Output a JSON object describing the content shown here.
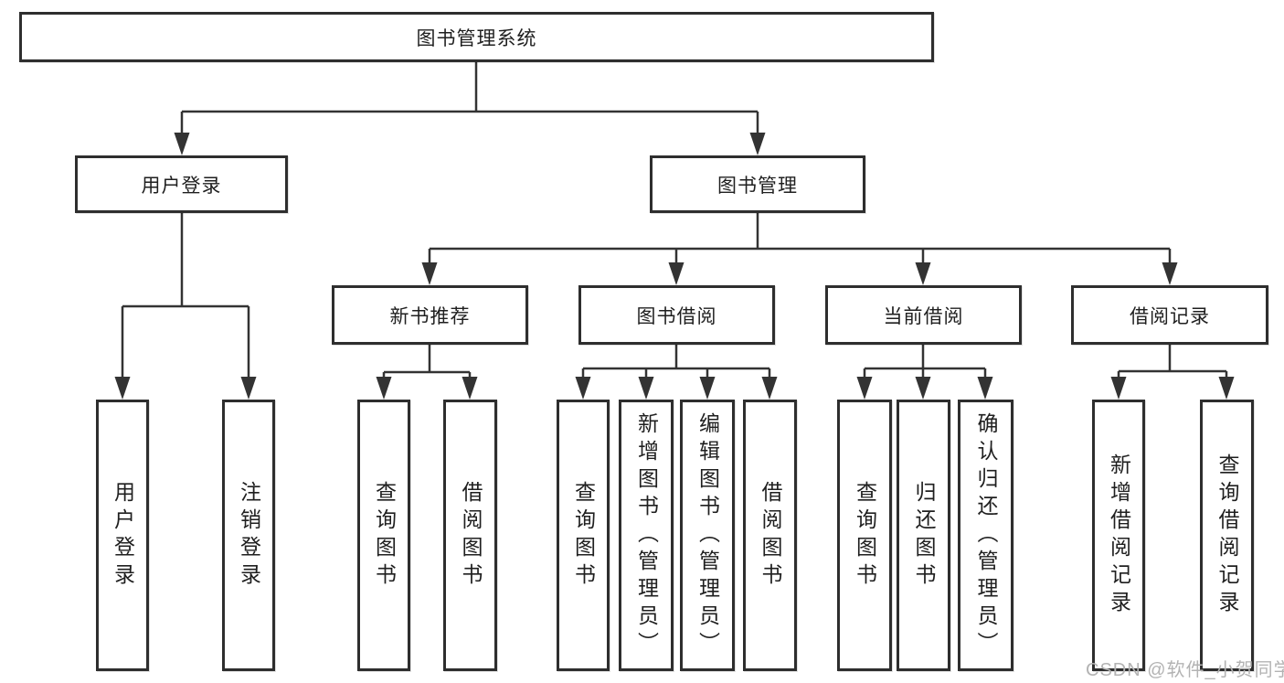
{
  "diagram": {
    "type": "hierarchy-tree",
    "colors": {
      "background": "#ffffff",
      "box_border": "#2e2e2e",
      "connector": "#333333",
      "text": "#1f1f1f",
      "watermark": "#b3b3b3"
    },
    "nodes": {
      "root": {
        "label": "图书管理系统"
      },
      "l1": [
        {
          "label": "用户登录"
        },
        {
          "label": "图书管理"
        }
      ],
      "l2": [
        {
          "label": "新书推荐",
          "parent": "图书管理"
        },
        {
          "label": "图书借阅",
          "parent": "图书管理"
        },
        {
          "label": "当前借阅",
          "parent": "图书管理"
        },
        {
          "label": "借阅记录",
          "parent": "图书管理"
        }
      ],
      "leaves": [
        {
          "label": "用户登录",
          "parent": "用户登录"
        },
        {
          "label": "注销登录",
          "parent": "用户登录"
        },
        {
          "label": "查询图书",
          "parent": "新书推荐"
        },
        {
          "label": "借阅图书",
          "parent": "新书推荐"
        },
        {
          "label": "查询图书",
          "parent": "图书借阅"
        },
        {
          "label": "新增图书（管理员）",
          "parent": "图书借阅"
        },
        {
          "label": "编辑图书（管理员）",
          "parent": "图书借阅"
        },
        {
          "label": "借阅图书",
          "parent": "图书借阅"
        },
        {
          "label": "查询图书",
          "parent": "当前借阅"
        },
        {
          "label": "归还图书",
          "parent": "当前借阅"
        },
        {
          "label": "确认归还（管理员）",
          "parent": "当前借阅"
        },
        {
          "label": "新增借阅记录",
          "parent": "借阅记录"
        },
        {
          "label": "查询借阅记录",
          "parent": "借阅记录"
        }
      ]
    }
  },
  "watermark": {
    "text": "CSDN @软件_小贺同学"
  }
}
